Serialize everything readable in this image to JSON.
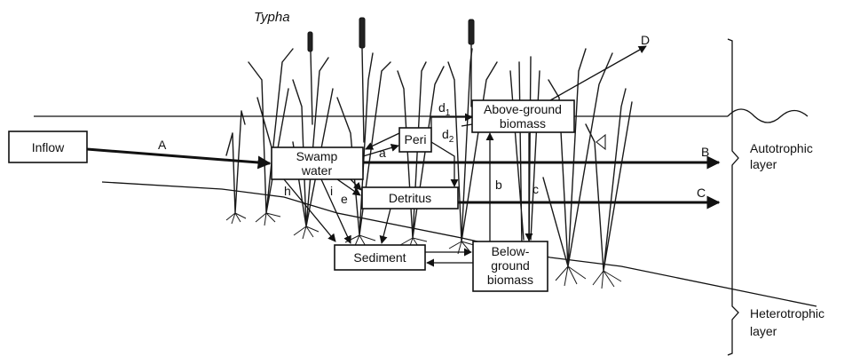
{
  "title": "Typha",
  "boxes": {
    "inflow": "Inflow",
    "swamp_water": [
      "Swamp",
      "water"
    ],
    "peri": "Peri",
    "above_ground": [
      "Above-ground",
      "biomass"
    ],
    "detritus": "Detritus",
    "sediment": "Sediment",
    "below_ground": [
      "Below-",
      "ground",
      "biomass"
    ]
  },
  "flow_labels": {
    "A": "A",
    "B": "B",
    "C": "C",
    "D": "D",
    "a": "a",
    "b": "b",
    "c": "c",
    "d1": "d",
    "d1_sub": "1",
    "d2": "d",
    "d2_sub": "2",
    "e": "e",
    "h": "h",
    "i": "i"
  },
  "layers": {
    "autotrophic": [
      "Autotrophic",
      "layer"
    ],
    "heterotrophic": [
      "Heterotrophic",
      "layer"
    ]
  }
}
